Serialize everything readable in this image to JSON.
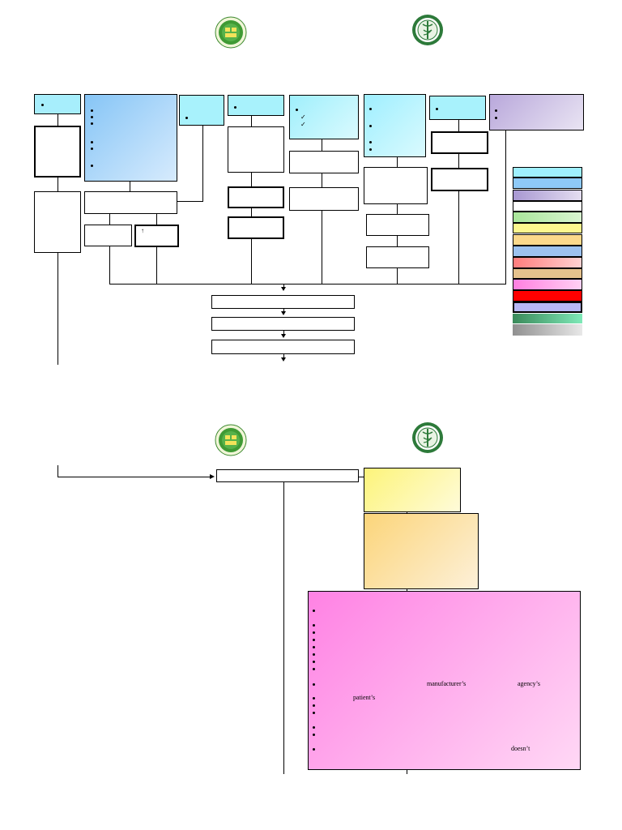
{
  "annotations": {
    "upper_arrow_glyph": "↑",
    "manufacturer_possessive": "manufacturer’s",
    "agency_possessive": "agency’s",
    "patient_possessive": "patient’s",
    "doesnt": "doesn’t"
  },
  "colors": {
    "cyan": "#9ff0ff",
    "sky_blue": "#8ec9f7",
    "lavender": "#c0b2dd",
    "green_pale": "#bfeeb0",
    "yellow": "#fdf78e",
    "orange_pale": "#fbd98b",
    "blue_mid": "#9cc2ef",
    "salmon": "#ff8d8d",
    "tan": "#e5c28d",
    "pink": "#ff8ae6",
    "red": "#ff0000",
    "periwinkle": "#b7b7f5",
    "green_dark": "#3a8a5a",
    "gray": "#9a9a9a"
  },
  "icons": {
    "left_logo": "green-emblem-icon",
    "right_logo": "caduceus-seal-icon"
  }
}
